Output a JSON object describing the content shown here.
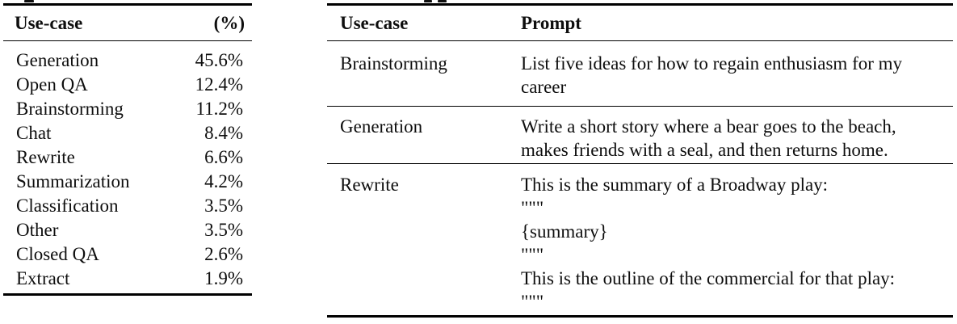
{
  "colors": {
    "text": "#0e0e0e",
    "rule": "#000000",
    "background": "#ffffff"
  },
  "left_table": {
    "headers": {
      "use_case": "Use-case",
      "percent": "(%)"
    },
    "rows": [
      {
        "label": "Generation",
        "value": "45.6%"
      },
      {
        "label": "Open QA",
        "value": "12.4%"
      },
      {
        "label": "Brainstorming",
        "value": "11.2%"
      },
      {
        "label": "Chat",
        "value": "8.4%"
      },
      {
        "label": "Rewrite",
        "value": "6.6%"
      },
      {
        "label": "Summarization",
        "value": "4.2%"
      },
      {
        "label": "Classification",
        "value": "3.5%"
      },
      {
        "label": "Other",
        "value": "3.5%"
      },
      {
        "label": "Closed QA",
        "value": "2.6%"
      },
      {
        "label": "Extract",
        "value": "1.9%"
      }
    ]
  },
  "right_table": {
    "headers": {
      "use_case": "Use-case",
      "prompt": "Prompt"
    },
    "rows": [
      {
        "label": "Brainstorming",
        "lines": [
          "List five ideas for how to regain enthusiasm for my",
          "career"
        ]
      },
      {
        "label": "Generation",
        "lines": [
          "Write a short story where a bear goes to the beach,",
          "makes friends with a seal, and then returns home."
        ]
      },
      {
        "label": "Rewrite",
        "lines": [
          "This is the summary of a Broadway play:",
          "\"\"\"",
          "{summary}",
          "\"\"\"",
          "This is the outline of the commercial for that play:",
          "\"\"\""
        ]
      }
    ]
  }
}
